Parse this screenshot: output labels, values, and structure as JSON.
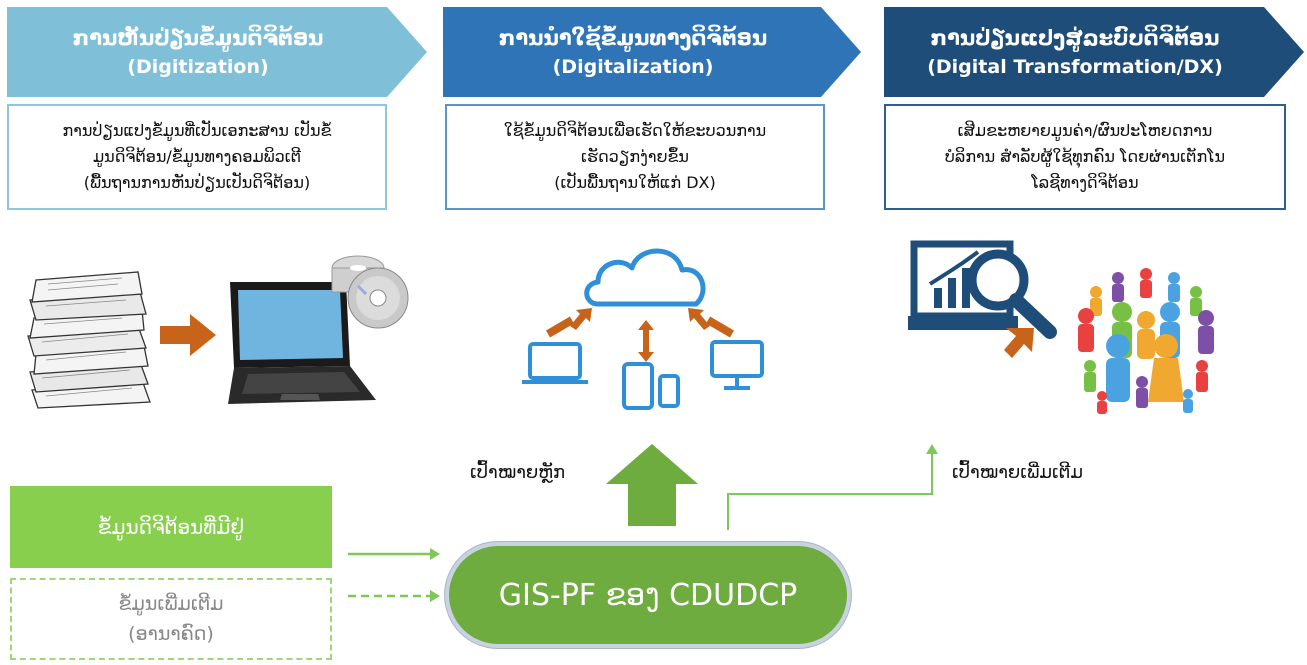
{
  "headers": [
    {
      "title": "ການຫັນປ່ຽນຂໍ້ມູນດິຈິຕ້ອນ",
      "subtitle": "(Digitization)"
    },
    {
      "title": "ການນຳໃຊ້ຂໍ້ມູນທາງດິຈິຕ້ອນ",
      "subtitle": "(Digitalization)"
    },
    {
      "title": "ການປ່ຽນແປງສູ່ລະບົບດິຈິຕ້ອນ",
      "subtitle": "(Digital Transformation/DX)"
    }
  ],
  "descriptions": [
    {
      "lines": [
        "ການປ່ຽນແປງຂໍ້ມູນທີ່ເປັນເອກະສານ ເປັນຂໍ້",
        "ມູນດິຈິຕ້ອນ/ຂໍ້ມູນທາງຄອມພິວເຕີ",
        "(ພື້ນຖານການຫັນປ່ຽນເປັນດິຈິຕ້ອນ)"
      ]
    },
    {
      "lines": [
        "ໃຊ້ຂໍ້ມູນດິຈິຕ້ອນເພື່ອເຮັດໃຫ້ຂະບວນການ",
        "ເຮັດວຽກງ່າຍຂຶ້ນ",
        "(ເປັນພື້ນຖານໃຫ້ແກ່ DX)"
      ]
    },
    {
      "lines": [
        "ເສີມຂະຫຍາຍມູນຄ່າ/ຜົນປະໂຫຍດການ",
        "ບໍລິການ ສຳລັບຜູ້ໃຊ້ທຸກຄົນ ໂດຍຜ່ານເຕັກໂນ",
        "ໂລຊີທາງດິຈິຕ້ອນ"
      ]
    }
  ],
  "existing_data": "ຂໍ້ມູນດິຈິຕ້ອນທີ່ມີຢູ່",
  "additional_data": {
    "line1": "ຂໍ້ມູນເພີ່ມເຕີມ",
    "line2": "(ອານາຄົດ)"
  },
  "platform": "GIS-PF ຂອງ CDUDCP",
  "main_target": "ເປົ້າໝາຍຫຼັກ",
  "additional_target": "ເປົ້າໝາຍເພີ່ມເຕີມ",
  "colors": {
    "header1": "#7fc0d8",
    "header2": "#2f74b6",
    "header3": "#1f4d79",
    "green": "#88cf4e",
    "platform": "#6eac3f",
    "arrow_orange": "#c8641a"
  }
}
